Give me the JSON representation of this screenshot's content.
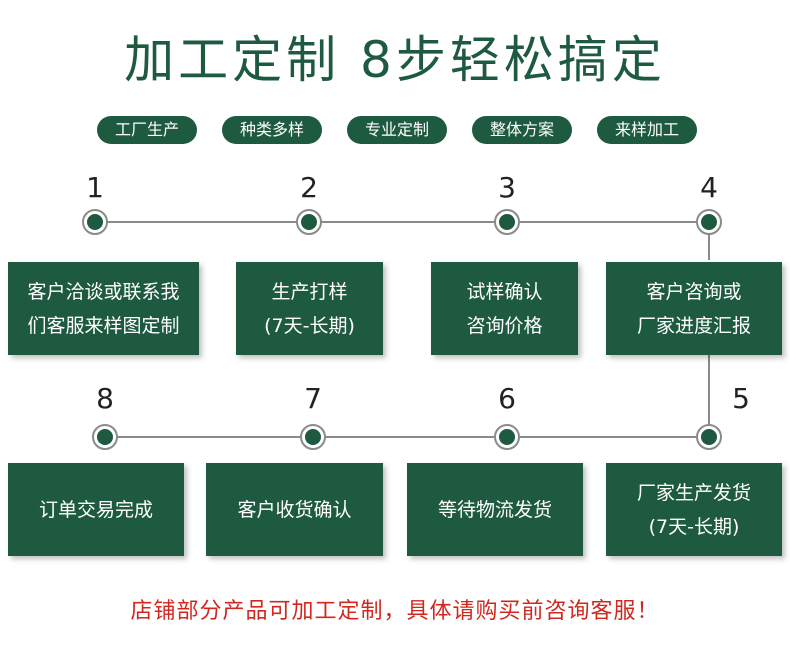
{
  "title": "加工定制 8步轻松搞定",
  "tags": [
    "工厂生产",
    "种类多样",
    "专业定制",
    "整体方案",
    "来样加工"
  ],
  "steps": [
    {
      "num": "1",
      "line1": "客户洽谈或联系我",
      "line2": "们客服来样图定制"
    },
    {
      "num": "2",
      "line1": "生产打样",
      "line2": "(7天-长期)"
    },
    {
      "num": "3",
      "line1": "试样确认",
      "line2": "咨询价格"
    },
    {
      "num": "4",
      "line1": "客户咨询或",
      "line2": "厂家进度汇报"
    },
    {
      "num": "5",
      "line1": "厂家生产发货",
      "line2": "(7天-长期)"
    },
    {
      "num": "6",
      "line1": "等待物流发货",
      "line2": ""
    },
    {
      "num": "7",
      "line1": "客户收货确认",
      "line2": ""
    },
    {
      "num": "8",
      "line1": "订单交易完成",
      "line2": ""
    }
  ],
  "footer": "店铺部分产品可加工定制，具体请购买前咨询客服！",
  "colors": {
    "primary": "#1e5a40",
    "footer_text": "#d0281e"
  }
}
